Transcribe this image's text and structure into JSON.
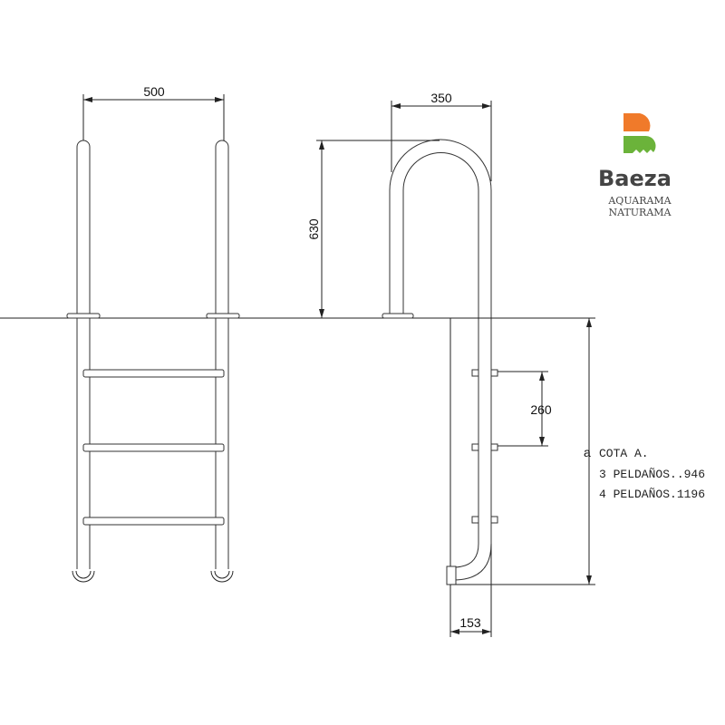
{
  "dimensions": {
    "front_width": "500",
    "side_width": "350",
    "handrail_height": "630",
    "step_spacing": "260",
    "wall_offset": "153",
    "depth_label": "a"
  },
  "notes": {
    "title": "COTA A.",
    "line1": "3 PELDAÑOS..946",
    "line2": "4 PELDAÑOS.1196"
  },
  "logo": {
    "name": "Baeza",
    "line1": "AQUARAMA",
    "line2": "NATURAMA",
    "orange": "#f07a2a",
    "green": "#6bb33a"
  }
}
